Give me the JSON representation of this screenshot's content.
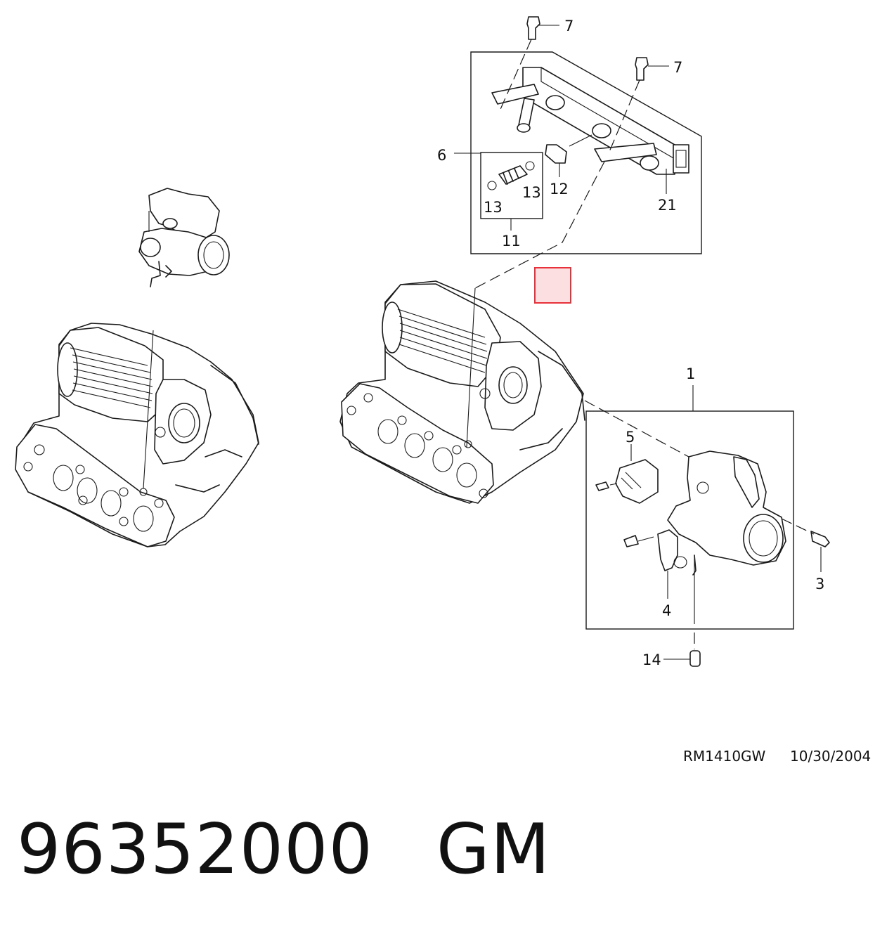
{
  "callouts": {
    "c7a": "7",
    "c7b": "7",
    "c6": "6",
    "c13a": "13",
    "c13b": "13",
    "c12": "12",
    "c21": "21",
    "c11": "11",
    "c1": "1",
    "c5": "5",
    "c3": "3",
    "c4": "4",
    "c14": "14"
  },
  "reference": {
    "drawing_id": "RM1410GW",
    "date": "10/30/2004"
  },
  "caption": {
    "part_number": "96352000",
    "brand": "GM"
  },
  "highlight": {
    "color": "#e8313a",
    "fill": "#fbdfe1"
  }
}
